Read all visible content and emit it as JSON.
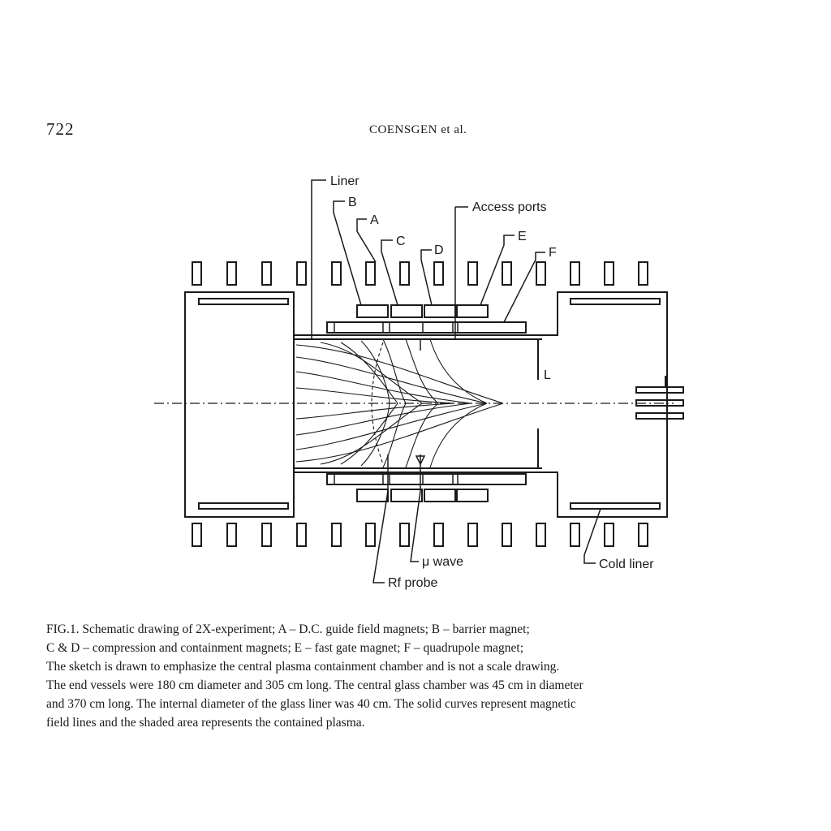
{
  "header": {
    "page_number": "722",
    "running_head": "COENSGEN et al."
  },
  "figure": {
    "labels": {
      "liner": "Liner",
      "b": "B",
      "a": "A",
      "c": "C",
      "d": "D",
      "access_ports": "Access ports",
      "e": "E",
      "f": "F",
      "l": "L",
      "mu_wave": "μ wave",
      "rf_probe": "Rf probe",
      "cold_liner": "Cold liner"
    }
  },
  "caption": {
    "lines": [
      "FIG.1.  Schematic drawing of 2X-experiment;  A – D.C. guide field magnets;  B – barrier magnet;",
      "C & D – compression and containment magnets;  E – fast gate magnet;  F – quadrupole magnet;",
      "The sketch is drawn to emphasize the central plasma containment chamber and is not a scale drawing.",
      "The end vessels were 180 cm diameter and 305 cm long.  The central glass chamber was 45 cm in diameter",
      "and 370 cm long.  The internal diameter of the glass liner was 40 cm.  The solid curves represent magnetic",
      "field lines and the shaded area represents the contained plasma."
    ]
  }
}
